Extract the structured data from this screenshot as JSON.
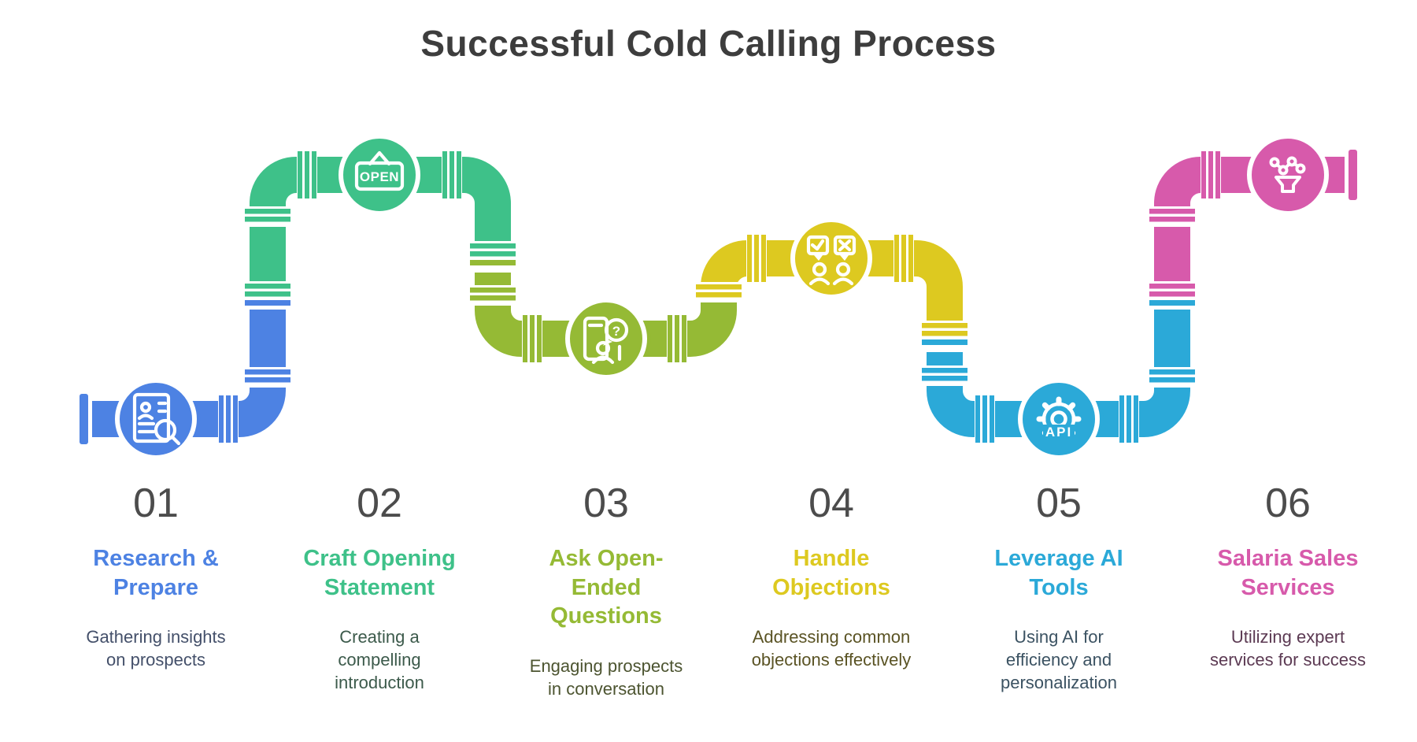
{
  "title": "Successful Cold Calling Process",
  "palette": {
    "background": "#ffffff",
    "heading_color": "#3d3d3d",
    "step_number_color": "#4c4c4c"
  },
  "steps": [
    {
      "number": "01",
      "title": "Research &\nPrepare",
      "description": "Gathering insights\non prospects",
      "color": "#4d82e3",
      "desc_color": "#44506a",
      "icon": "resume-search-icon"
    },
    {
      "number": "02",
      "title": "Craft Opening\nStatement",
      "description": "Creating a\ncompelling\nintroduction",
      "color": "#3ec189",
      "desc_color": "#3c5a4b",
      "icon": "open-sign-icon",
      "icon_label": "OPEN"
    },
    {
      "number": "03",
      "title": "Ask Open-\nEnded\nQuestions",
      "description": "Engaging prospects\nin conversation",
      "color": "#95ba35",
      "desc_color": "#4c5430",
      "icon": "question-conversation-icon",
      "icon_label": "?"
    },
    {
      "number": "04",
      "title": "Handle\nObjections",
      "description": "Addressing common\nobjections effectively",
      "color": "#ddc920",
      "desc_color": "#5a5324",
      "icon": "objection-check-x-bubbles-icon"
    },
    {
      "number": "05",
      "title": "Leverage AI\nTools",
      "description": "Using AI for\nefficiency and\npersonalization",
      "color": "#2ba9d8",
      "desc_color": "#3b5262",
      "icon": "api-gear-icon",
      "icon_label": "API"
    },
    {
      "number": "06",
      "title": "Salaria Sales\nServices",
      "description": "Utilizing expert\nservices for success",
      "color": "#d75aab",
      "desc_color": "#5c3a53",
      "icon": "funnel-analytics-icon"
    }
  ]
}
